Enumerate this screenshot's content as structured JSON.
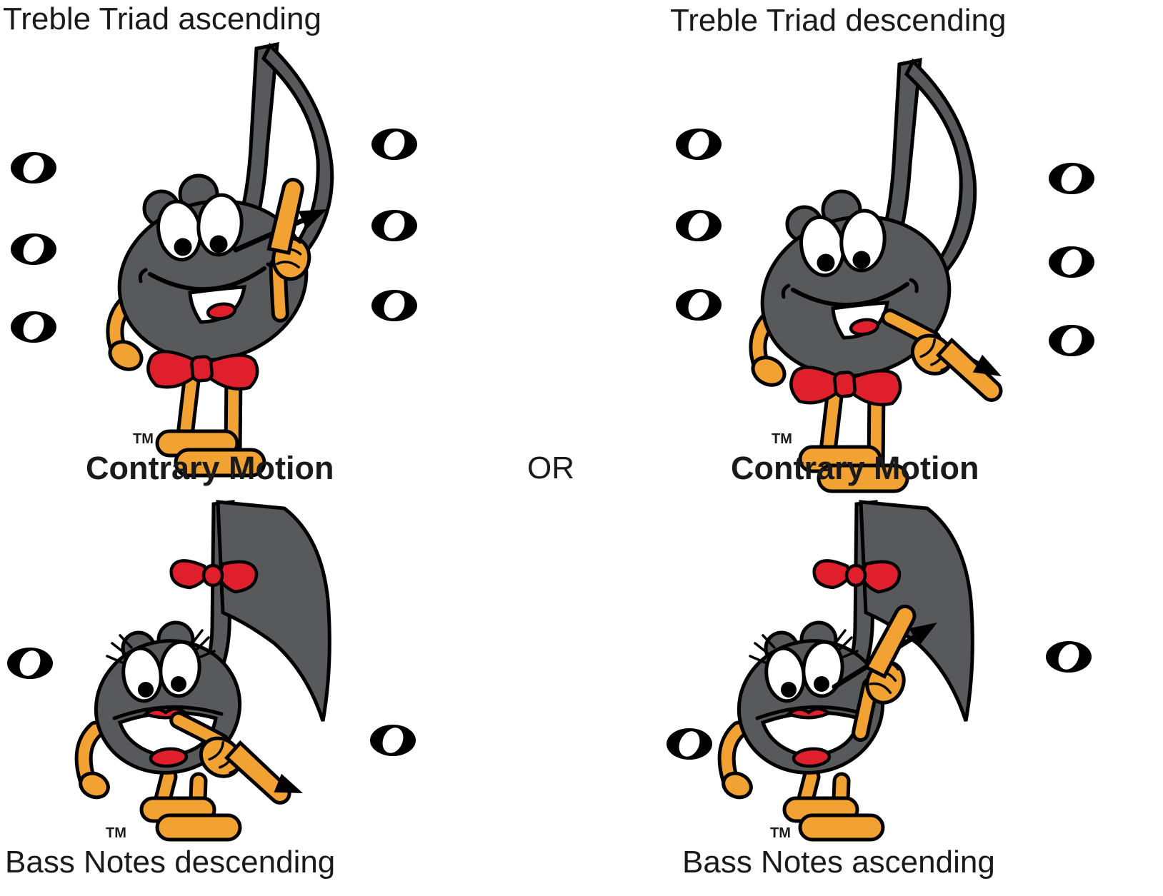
{
  "diagram": {
    "top_left": {
      "title": "Treble Triad ascending",
      "motion_label": "Contrary Motion",
      "trademark": "TM",
      "character": "male-eighth-note",
      "arrow_direction": "up-right",
      "left_whole_notes": 3,
      "right_whole_notes": 3
    },
    "top_right": {
      "title": "Treble Triad descending",
      "motion_label": "Contrary Motion",
      "trademark": "TM",
      "character": "male-eighth-note",
      "arrow_direction": "down-right",
      "left_whole_notes": 3,
      "right_whole_notes": 3
    },
    "bottom_left": {
      "title": "Bass Notes descending",
      "trademark": "TM",
      "character": "female-eighth-note",
      "arrow_direction": "down-right",
      "left_whole_notes": 1,
      "right_whole_notes": 1
    },
    "bottom_right": {
      "title": "Bass Notes ascending",
      "trademark": "TM",
      "character": "female-eighth-note",
      "arrow_direction": "up-right",
      "left_whole_notes": 1,
      "right_whole_notes": 1
    },
    "connector_label": "OR"
  },
  "icons": {
    "whole_note": "whole-note-oval",
    "ascending_arrow": "arrow-up-right",
    "descending_arrow": "arrow-down-right",
    "pointing_hand": "pointing-hand"
  },
  "colors": {
    "background": "#ffffff",
    "note_gray": "#58595b",
    "outline_black": "#000000",
    "limb_orange": "#f2a233",
    "accent_red": "#e01f2d",
    "text_black": "#1a1a1a"
  }
}
